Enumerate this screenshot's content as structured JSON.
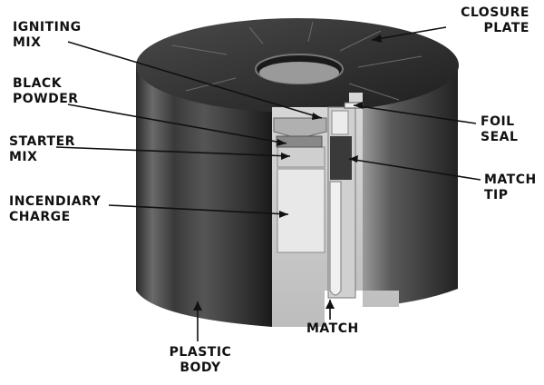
{
  "labels": {
    "igniting_mix": [
      "IGNITING",
      "MIX"
    ],
    "black_powder": [
      "BLACK",
      "POWDER"
    ],
    "starter_mix": [
      "STARTER",
      "MIX"
    ],
    "incendiary_charge": [
      "INCENDIARY",
      "CHARGE"
    ],
    "closure_plate": [
      "CLOSURE",
      "PLATE"
    ],
    "foil_seal": [
      "FOIL",
      "SEAL"
    ],
    "match_tip": [
      "MATCH",
      "TIP"
    ],
    "match": "MATCH",
    "plastic_body": [
      "PLASTIC",
      "BODY"
    ]
  }
}
